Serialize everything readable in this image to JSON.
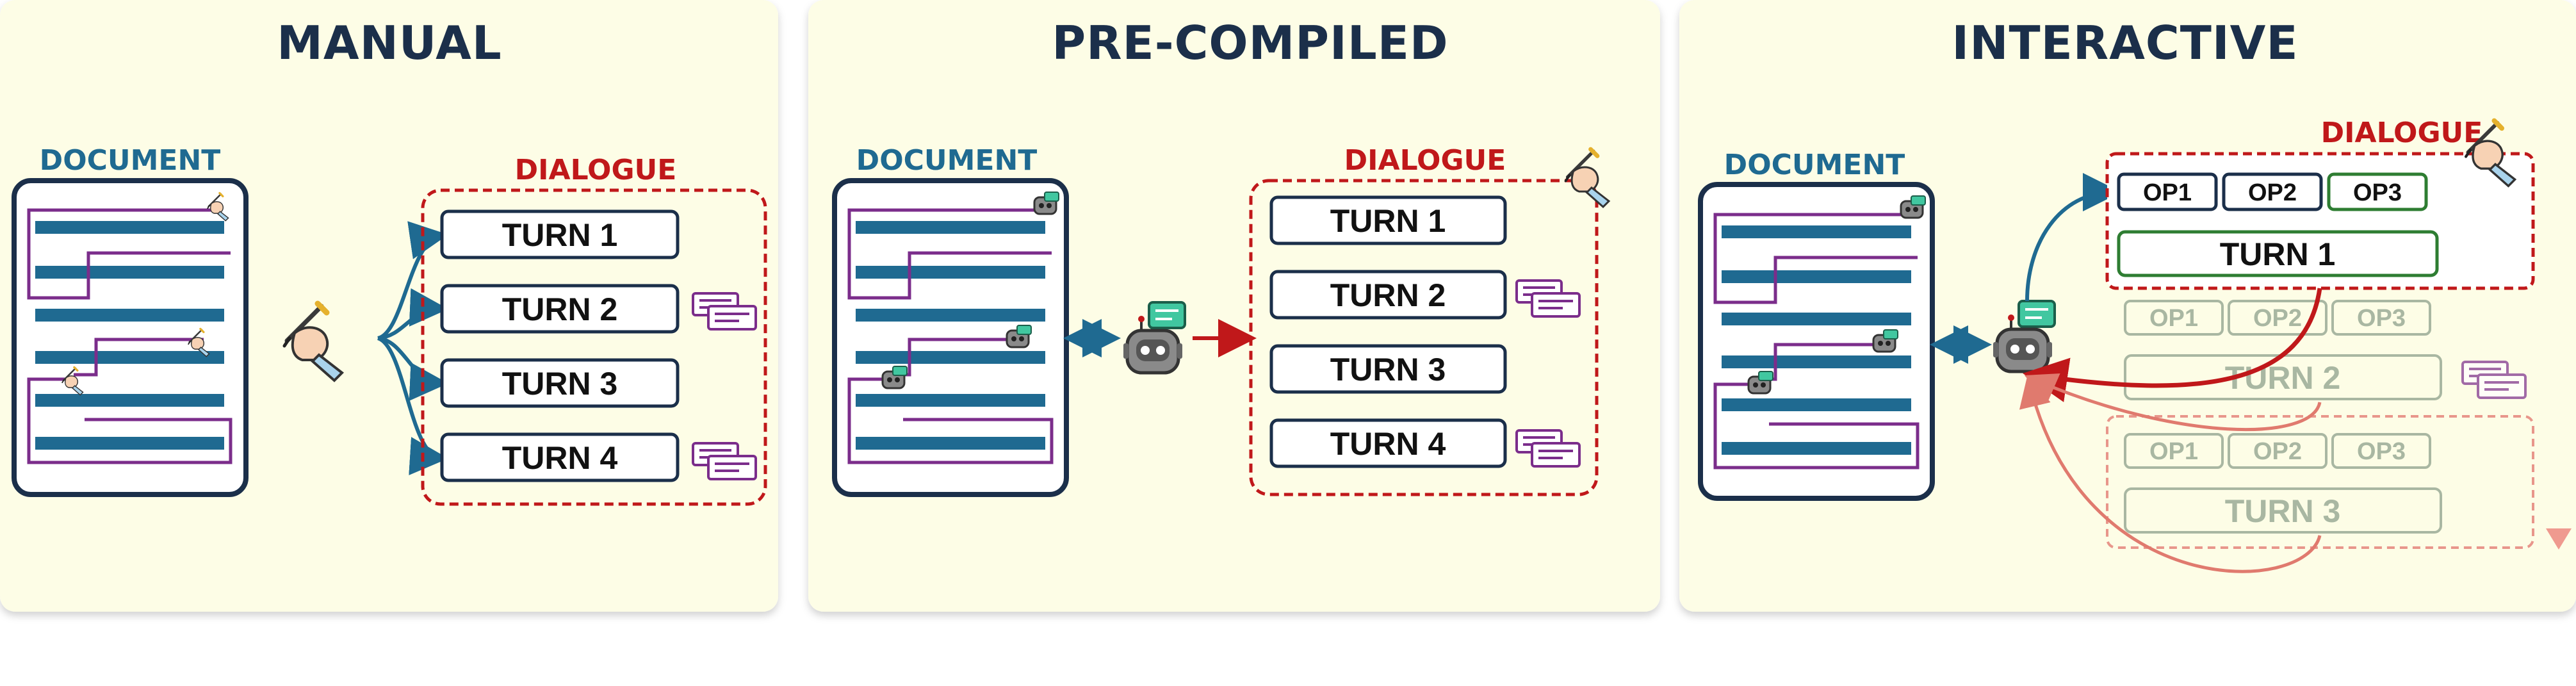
{
  "panels": {
    "manual": {
      "title": "MANUAL",
      "document_label": "DOCUMENT",
      "dialogue_label": "DIALOGUE",
      "turns": [
        "TURN 1",
        "TURN 2",
        "TURN 3",
        "TURN 4"
      ]
    },
    "precompiled": {
      "title": "PRE-COMPILED",
      "document_label": "DOCUMENT",
      "dialogue_label": "DIALOGUE",
      "turns": [
        "TURN 1",
        "TURN 2",
        "TURN 3",
        "TURN 4"
      ]
    },
    "interactive": {
      "title": "INTERACTIVE",
      "document_label": "DOCUMENT",
      "dialogue_label": "DIALOGUE",
      "active_ops": [
        "OP1",
        "OP2",
        "OP3"
      ],
      "active_turn": "TURN 1",
      "pending_steps": [
        {
          "ops": [
            "OP1",
            "OP2",
            "OP3"
          ],
          "turn": "TURN 2"
        },
        {
          "ops": [
            "OP1",
            "OP2",
            "OP3"
          ],
          "turn": "TURN 3"
        }
      ]
    }
  },
  "colors": {
    "panel_bg": "#fdfde6",
    "navy": "#1b2f4a",
    "doc_line": "#1f6a91",
    "path_purple": "#7b2d8b",
    "dialogue_red": "#c0181a",
    "op_green": "#2e7d32",
    "faded_green": "#a9b7a2",
    "faded_red": "#e07a6e"
  },
  "icons": [
    "writing-hand-icon",
    "robot-icon",
    "chat-bubble-icon",
    "message-cards-icon",
    "bidirectional-arrow-icon",
    "timeline-arrow-icon"
  ]
}
